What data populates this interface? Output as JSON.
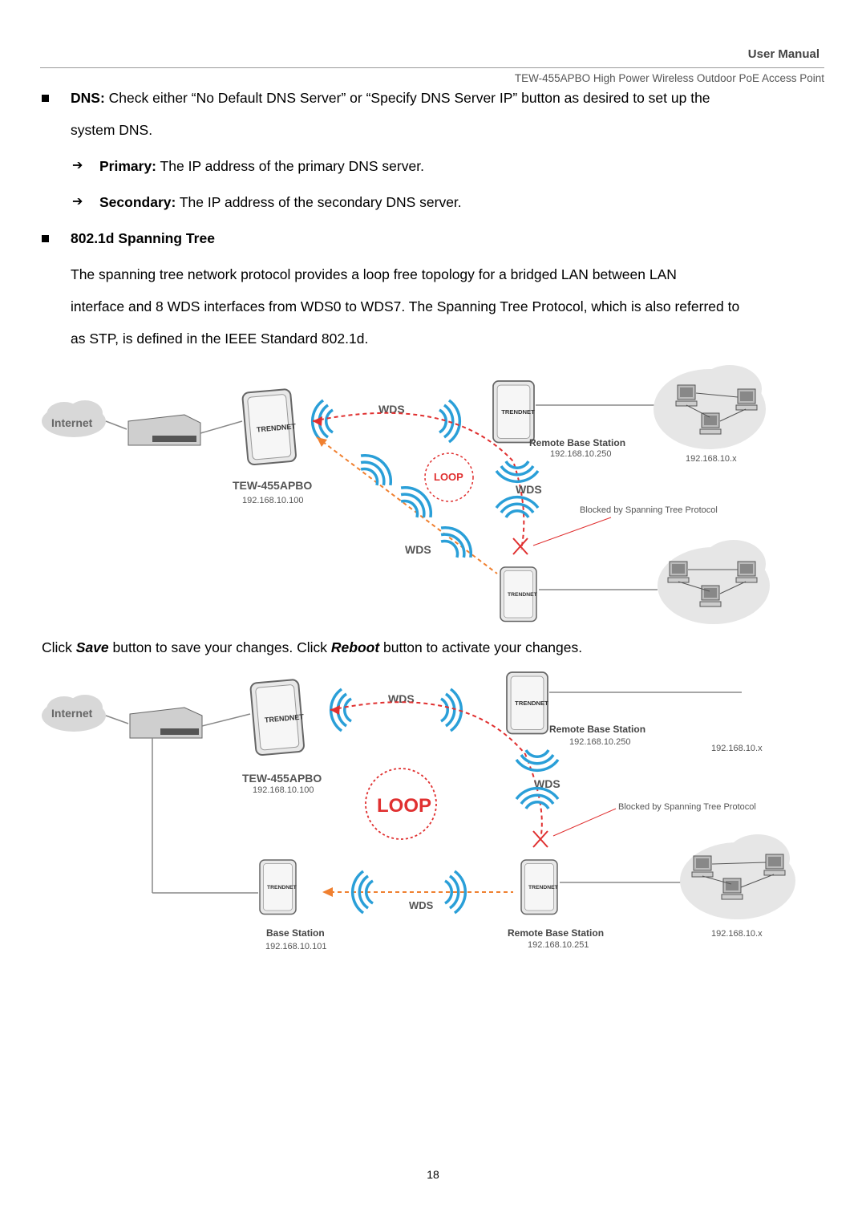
{
  "header": {
    "title": "User Manual",
    "subtitle": "TEW-455APBO High Power Wireless Outdoor PoE Access Point"
  },
  "dns": {
    "label": "DNS:",
    "text_line1": " Check either “No Default DNS Server” or “Specify DNS Server IP” button as desired to set up the",
    "text_line2": "system DNS.",
    "primary_label": "Primary:",
    "primary_text": " The IP address of the primary DNS server.",
    "secondary_label": "Secondary:",
    "secondary_text": " The IP address of the secondary DNS server."
  },
  "stp": {
    "heading": "802.1d Spanning Tree",
    "line1": "The spanning tree network protocol provides a loop free topology for a bridged LAN between LAN",
    "line2": "interface and 8 WDS interfaces from WDS0 to WDS7. The Spanning Tree Protocol, which is also referred to",
    "line3": "as STP, is defined in the IEEE Standard 802.1d."
  },
  "save_note": {
    "part1": "Click ",
    "save": "Save",
    "part2": " button to save your changes. Click ",
    "reboot": "Reboot",
    "part3": " button to activate your changes."
  },
  "diagram1": {
    "internet": "Internet",
    "wds_top": "WDS",
    "wds_mid": "WDS",
    "wds_bottom": "WDS",
    "loop": "LOOP",
    "device_name": "TEW-455APBO",
    "device_ip": "192.168.10.100",
    "remote_label": "Remote Base Station",
    "remote_ip": "192.168.10.250",
    "lan_ip": "192.168.10.x",
    "blocked": "Blocked by Spanning Tree Protocol",
    "brand": "TRENDNET"
  },
  "diagram2": {
    "internet": "Internet",
    "wds_top": "WDS",
    "wds_mid": "WDS",
    "wds_bottom": "WDS",
    "loop": "LOOP",
    "device_name": "TEW-455APBO",
    "device_ip": "192.168.10.100",
    "remote_label": "Remote Base Station",
    "remote_ip": "192.168.10.250",
    "lan_ip_top": "192.168.10.x",
    "blocked": "Blocked by Spanning Tree Protocol",
    "base_label": "Base Station",
    "base_ip": "192.168.10.101",
    "remote2_label": "Remote Base Station",
    "remote2_ip": "192.168.10.251",
    "lan_ip_bottom": "192.168.10.x",
    "brand": "TRENDNET"
  },
  "footer": {
    "page_number": "18"
  },
  "colors": {
    "wds_blue": "#2a9fd8",
    "loop_red": "#e03030",
    "orange": "#f08030"
  }
}
